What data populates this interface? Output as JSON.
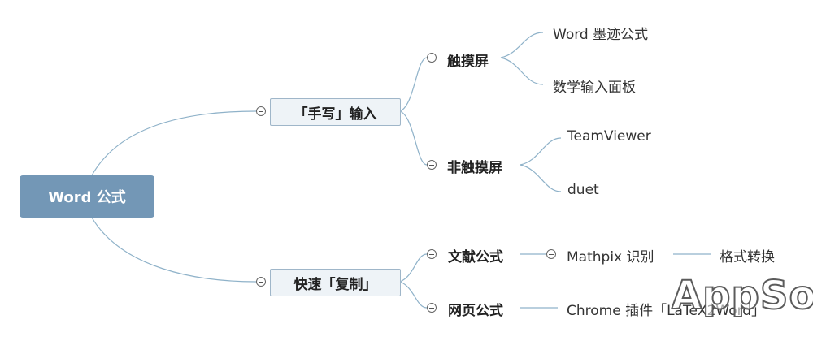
{
  "root": {
    "label": "Word 公式"
  },
  "branches": [
    {
      "label": "「手写」输入",
      "children": [
        {
          "label": "触摸屏",
          "leaves": [
            "Word 墨迹公式",
            "数学输入面板"
          ]
        },
        {
          "label": "非触摸屏",
          "leaves": [
            "TeamViewer",
            "duet"
          ]
        }
      ]
    },
    {
      "label": "快速「复制」",
      "children": [
        {
          "label": "文献公式",
          "leaves": [
            "Mathpix 识别"
          ],
          "leaf_child": "格式转换"
        },
        {
          "label": "网页公式",
          "leaves": [
            "Chrome 插件「LaTeX2Word」"
          ]
        }
      ]
    }
  ],
  "watermark": "AppSo",
  "colors": {
    "root_fill": "#7397b6",
    "connector": "#8fb2c9",
    "branch_fill": "#eef3f7",
    "branch_border": "#9fb6c9"
  }
}
